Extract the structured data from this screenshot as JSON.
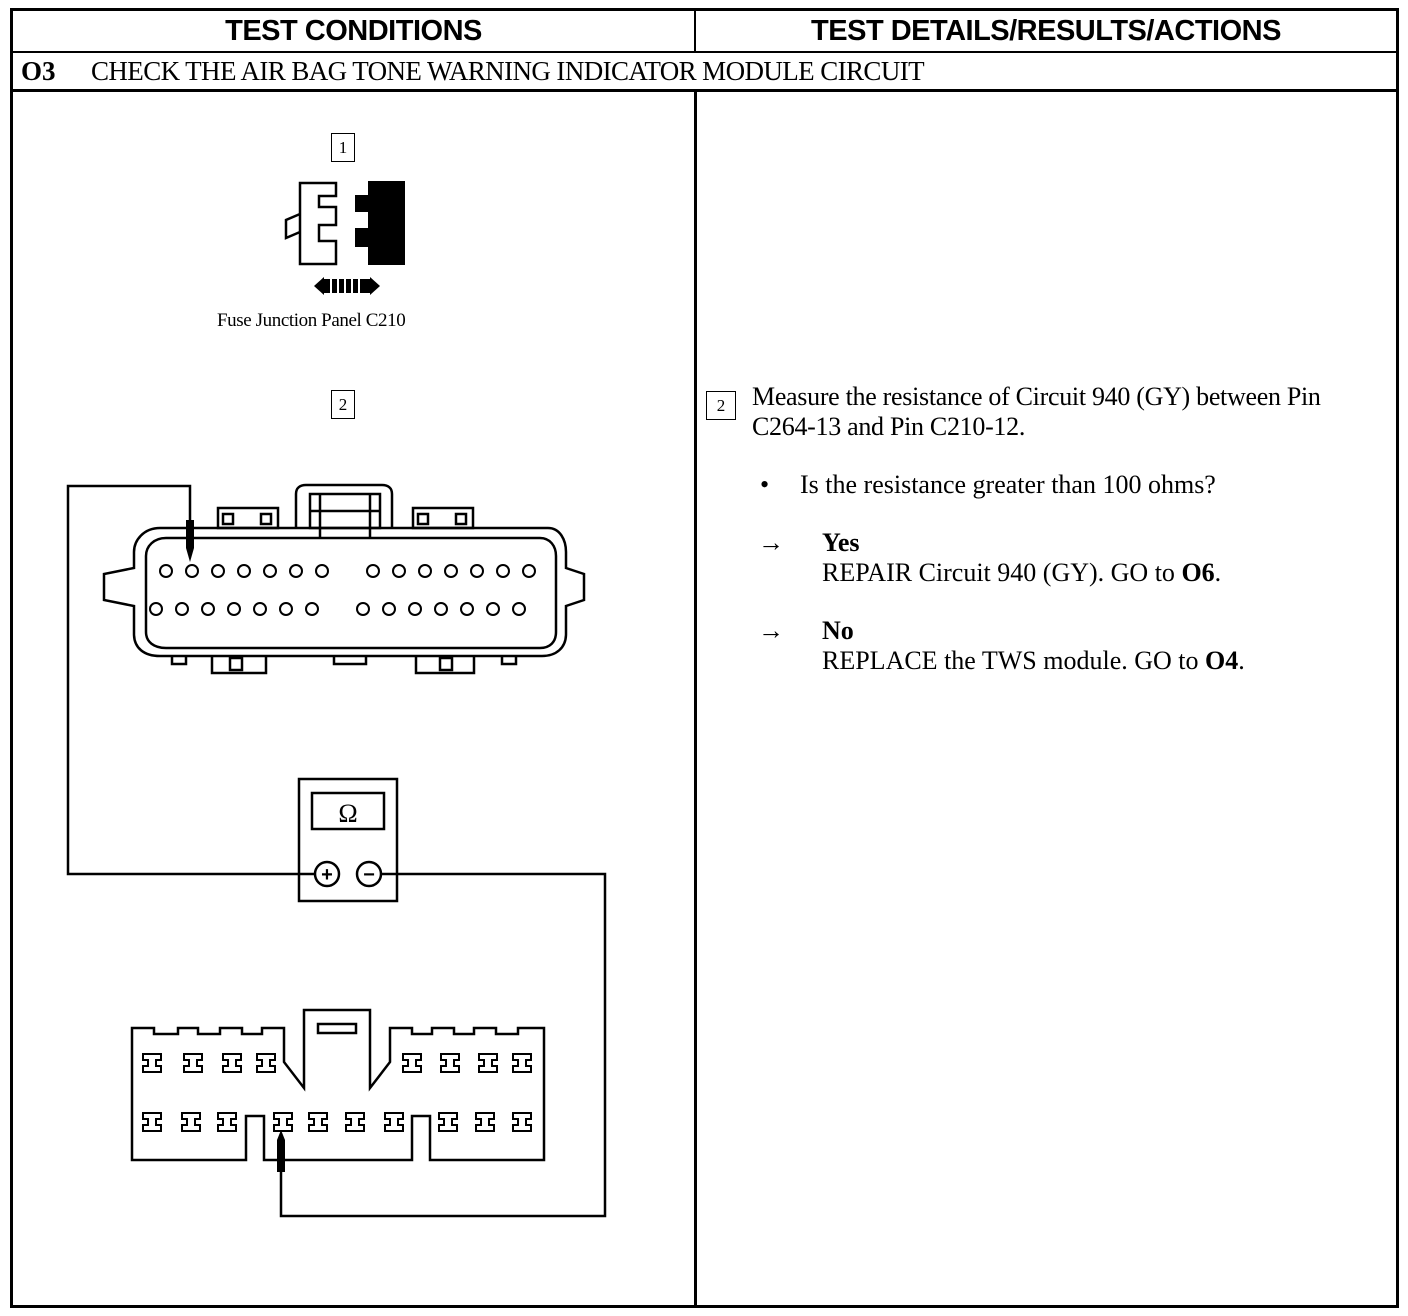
{
  "header": {
    "left": "TEST CONDITIONS",
    "right": "TEST DETAILS/RESULTS/ACTIONS"
  },
  "step": {
    "id": "O3",
    "title": "CHECK THE AIR BAG TONE WARNING INDICATOR MODULE CIRCUIT"
  },
  "left_column": {
    "callout_1": "1",
    "callout_2": "2",
    "panel_label": "Fuse Junction Panel C210",
    "meter_symbol": "Ω",
    "meter_plus": "+",
    "meter_minus": "−"
  },
  "right_column": {
    "callout": "2",
    "instruction": "Measure the resistance of Circuit 940 (GY) between Pin C264-13 and Pin C210-12.",
    "question_bullet": "•",
    "question": "Is the resistance greater than 100 ohms?",
    "arrow_symbol": "→",
    "answers": [
      {
        "label": "Yes",
        "action": "REPAIR Circuit 940 (GY). GO to ",
        "goto": "O6",
        "end": "."
      },
      {
        "label": "No",
        "action": "REPLACE the TWS module. GO to ",
        "goto": "O4",
        "end": "."
      }
    ]
  },
  "icons": [
    "connector-disconnect-icon",
    "double-arrow-icon",
    "ohmmeter-icon",
    "probe-icon"
  ]
}
